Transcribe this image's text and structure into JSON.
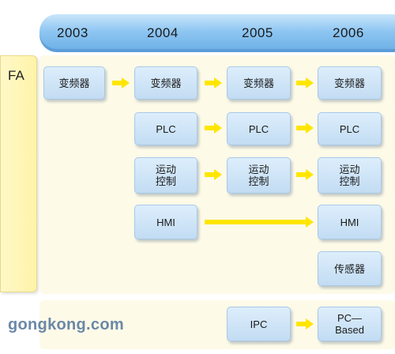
{
  "years": [
    "2003",
    "2004",
    "2005",
    "2006"
  ],
  "category": "FA",
  "boxes": {
    "c2003_inverter": "变频器",
    "c2004_inverter": "变频器",
    "c2005_inverter": "变频器",
    "c2006_inverter": "变频器",
    "c2004_plc": "PLC",
    "c2005_plc": "PLC",
    "c2006_plc": "PLC",
    "c2004_motion": "运动\n控制",
    "c2005_motion": "运动\n控制",
    "c2006_motion": "运动\n控制",
    "c2004_hmi": "HMI",
    "c2006_hmi": "HMI",
    "c2006_sensor": "传感器",
    "c2005_ipc": "IPC",
    "c2006_pcbased": "PC—\nBased"
  },
  "watermark": "gongkong.com",
  "colors": {
    "header": "#8ec6f2",
    "box": "#c2dcf3",
    "arrow": "#ffe600",
    "fa_panel": "#fff3a8"
  }
}
